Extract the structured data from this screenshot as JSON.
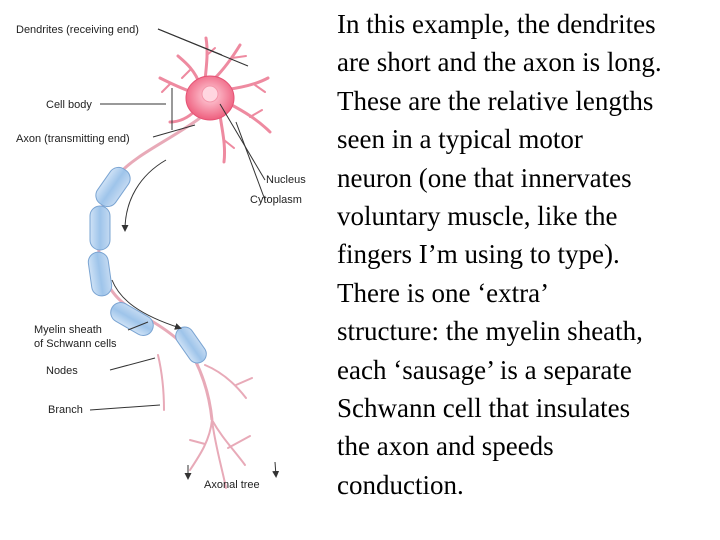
{
  "figure": {
    "labels": {
      "dendrites": "Dendrites (receiving end)",
      "cell_body": "Cell body",
      "axon": "Axon (transmitting end)",
      "nucleus": "Nucleus",
      "cytoplasm": "Cytoplasm",
      "myelin_line1": "Myelin sheath",
      "myelin_line2": "of Schwann cells",
      "nodes": "Nodes",
      "branch": "Branch",
      "axonal_tree": "Axonal tree"
    },
    "colors": {
      "soma": "#f06a86",
      "nucleus": "#ffd0db",
      "axon": "#e8aab8",
      "myelin": "#9ec4ea",
      "leader": "#333333"
    }
  },
  "text": {
    "lines": [
      "In this example, the dendrites",
      "are short and the axon is long.",
      "These are the relative lengths",
      "seen in a typical motor",
      "neuron (one that innervates",
      "voluntary muscle, like the",
      "fingers I’m using to type).",
      "There is one ‘extra’",
      "structure: the myelin sheath,",
      "each ‘sausage’ is a separate",
      "Schwann cell that insulates",
      "the axon and speeds",
      "conduction."
    ]
  }
}
